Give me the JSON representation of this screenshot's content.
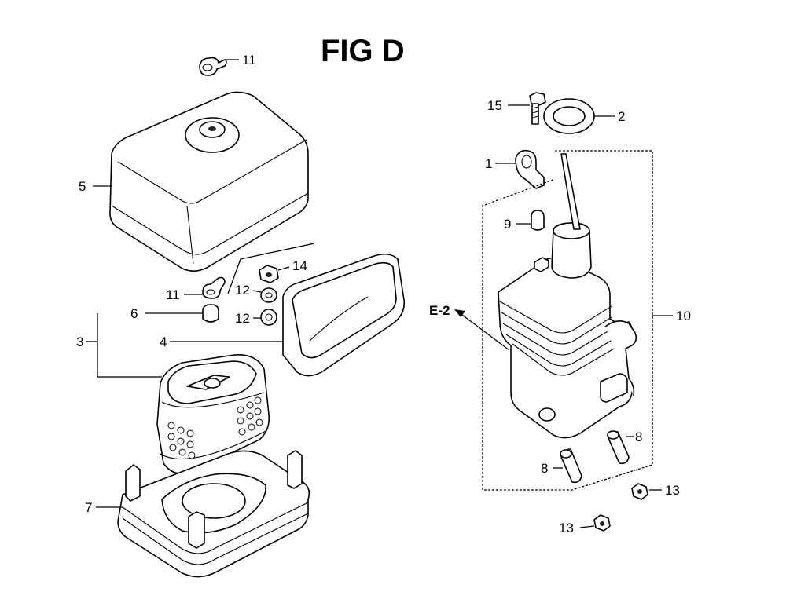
{
  "title": "FIG D",
  "callouts": {
    "c11a": "11",
    "c5": "5",
    "c11b": "11",
    "c14": "14",
    "c12a": "12",
    "c12b": "12",
    "c6": "6",
    "c3": "3",
    "c4": "4",
    "c7": "7",
    "c15": "15",
    "c2": "2",
    "c1": "1",
    "c9": "9",
    "c10": "10",
    "ce2": "E-2",
    "c8a": "8",
    "c8b": "8",
    "c13a": "13",
    "c13b": "13"
  }
}
